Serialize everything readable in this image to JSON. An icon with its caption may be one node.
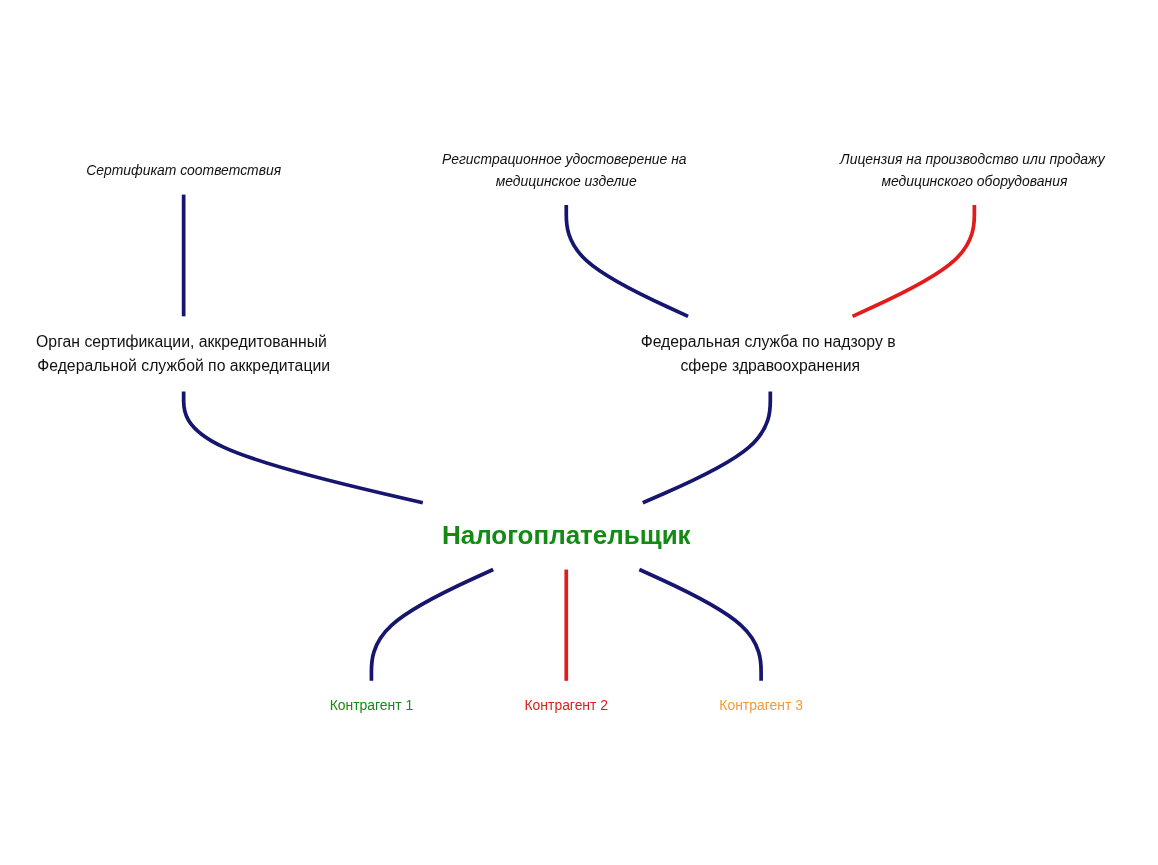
{
  "diagram": {
    "nodes": [
      {
        "text": [
          "Сертификат соответствия"
        ]
      },
      {
        "text": [
          "Регистрационное удостоверение на медицинское изделие"
        ]
      },
      {
        "text": [
          "Лицензия на производство или продажу медицинского оборудования"
        ]
      },
      {
        "text": [
          "Орган сертификации, аккредитованный Федеральной службой по аккредитации"
        ]
      },
      {
        "text": [
          "Федеральная служба по надзору в сфере здравоохранения"
        ]
      },
      {
        "text": [
          "Налогоплательщик"
        ]
      },
      {
        "text": [
          "Контрагент 1"
        ]
      },
      {
        "text": [
          "Контрагент 2"
        ]
      },
      {
        "text": [
          "Контрагент 3"
        ]
      }
    ],
    "edges": [
      {
        "from": 0,
        "to": 3,
        "arrow": "none"
      },
      {
        "from": 1,
        "to": 4,
        "arrow": "none"
      },
      {
        "from": 2,
        "to": 4,
        "arrow": "none",
        "color": "#e31b1b"
      },
      {
        "from": 3,
        "to": 5,
        "arrow": "none"
      },
      {
        "from": 4,
        "to": 5,
        "arrow": "none"
      },
      {
        "from": 5,
        "to": 6,
        "arrow": "none"
      },
      {
        "from": 5,
        "to": 7,
        "arrow": "none",
        "color": "#e31b1b"
      },
      {
        "from": 5,
        "to": 8,
        "arrow": "none"
      }
    ]
  }
}
